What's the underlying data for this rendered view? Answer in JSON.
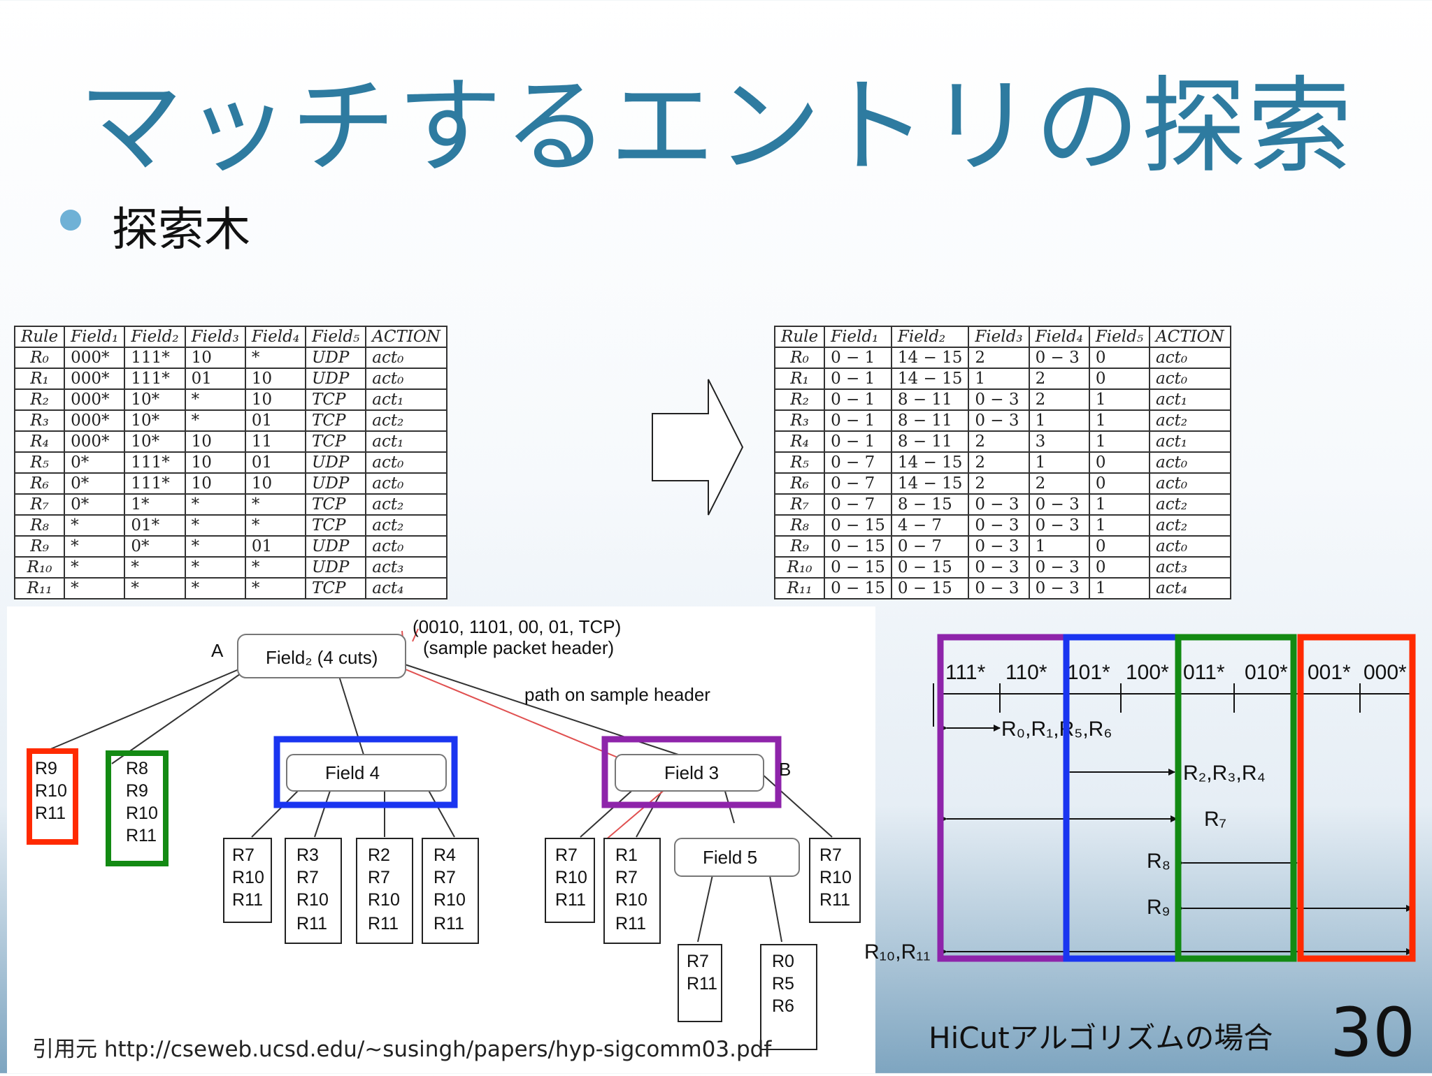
{
  "slide": {
    "title": "マッチするエントリの探索",
    "bullet": "探索木",
    "caption": "HiCutアルゴリズムの場合",
    "page_number": "30",
    "citation": "引用元 http://cseweb.ucsd.edu/~susingh/papers/hyp-sigcomm03.pdf"
  },
  "left_table": {
    "headers": [
      "Rule",
      "Field₁",
      "Field₂",
      "Field₃",
      "Field₄",
      "Field₅",
      "ACTION"
    ],
    "rows": [
      [
        "R₀",
        "000*",
        "111*",
        "10",
        "*",
        "UDP",
        "act₀"
      ],
      [
        "R₁",
        "000*",
        "111*",
        "01",
        "10",
        "UDP",
        "act₀"
      ],
      [
        "R₂",
        "000*",
        "10*",
        "*",
        "10",
        "TCP",
        "act₁"
      ],
      [
        "R₃",
        "000*",
        "10*",
        "*",
        "01",
        "TCP",
        "act₂"
      ],
      [
        "R₄",
        "000*",
        "10*",
        "10",
        "11",
        "TCP",
        "act₁"
      ],
      [
        "R₅",
        "0*",
        "111*",
        "10",
        "01",
        "UDP",
        "act₀"
      ],
      [
        "R₆",
        "0*",
        "111*",
        "10",
        "10",
        "UDP",
        "act₀"
      ],
      [
        "R₇",
        "0*",
        "1*",
        "*",
        "*",
        "TCP",
        "act₂"
      ],
      [
        "R₈",
        "*",
        "01*",
        "*",
        "*",
        "TCP",
        "act₂"
      ],
      [
        "R₉",
        "*",
        "0*",
        "*",
        "01",
        "UDP",
        "act₀"
      ],
      [
        "R₁₀",
        "*",
        "*",
        "*",
        "*",
        "UDP",
        "act₃"
      ],
      [
        "R₁₁",
        "*",
        "*",
        "*",
        "*",
        "TCP",
        "act₄"
      ]
    ]
  },
  "right_table": {
    "headers": [
      "Rule",
      "Field₁",
      "Field₂",
      "Field₃",
      "Field₄",
      "Field₅",
      "ACTION"
    ],
    "rows": [
      [
        "R₀",
        "0 − 1",
        "14 − 15",
        "2",
        "0 − 3",
        "0",
        "act₀"
      ],
      [
        "R₁",
        "0 − 1",
        "14 − 15",
        "1",
        "2",
        "0",
        "act₀"
      ],
      [
        "R₂",
        "0 − 1",
        "8 − 11",
        "0 − 3",
        "2",
        "1",
        "act₁"
      ],
      [
        "R₃",
        "0 − 1",
        "8 − 11",
        "0 − 3",
        "1",
        "1",
        "act₂"
      ],
      [
        "R₄",
        "0 − 1",
        "8 − 11",
        "2",
        "3",
        "1",
        "act₁"
      ],
      [
        "R₅",
        "0 − 7",
        "14 − 15",
        "2",
        "1",
        "0",
        "act₀"
      ],
      [
        "R₆",
        "0 − 7",
        "14 − 15",
        "2",
        "2",
        "0",
        "act₀"
      ],
      [
        "R₇",
        "0 − 7",
        "8 − 15",
        "0 − 3",
        "0 − 3",
        "1",
        "act₂"
      ],
      [
        "R₈",
        "0 − 15",
        "4 − 7",
        "0 − 3",
        "0 − 3",
        "1",
        "act₂"
      ],
      [
        "R₉",
        "0 − 15",
        "0 − 7",
        "0 − 3",
        "1",
        "0",
        "act₀"
      ],
      [
        "R₁₀",
        "0 − 15",
        "0 − 15",
        "0 − 3",
        "0 − 3",
        "0",
        "act₃"
      ],
      [
        "R₁₁",
        "0 − 15",
        "0 − 15",
        "0 − 3",
        "0 − 3",
        "1",
        "act₄"
      ]
    ]
  },
  "tree": {
    "node_a_label": "A",
    "node_b_label": "B",
    "root": "Field₂ (4 cuts)",
    "sample_header": "(0010, 1101, 00, 01, TCP)",
    "sample_header_note": "(sample packet header)",
    "path_note": "path on sample header",
    "field4": "Field 4",
    "field3": "Field 3",
    "field5": "Field 5",
    "leaf_red": [
      "R9",
      "R10",
      "R11"
    ],
    "leaf_green": [
      "R8",
      "R9",
      "R10",
      "R11"
    ],
    "f4_leaf1": [
      "R7",
      "R10",
      "R11"
    ],
    "f4_leaf2": [
      "R3",
      "R7",
      "R10",
      "R11"
    ],
    "f4_leaf3": [
      "R2",
      "R7",
      "R10",
      "R11"
    ],
    "f4_leaf4": [
      "R4",
      "R7",
      "R10",
      "R11"
    ],
    "f3_leaf1": [
      "R7",
      "R10",
      "R11"
    ],
    "f3_leaf2": [
      "R1",
      "R7",
      "R10",
      "R11"
    ],
    "f3_leaf4": [
      "R7",
      "R10",
      "R11"
    ],
    "f5_leaf1": [
      "R7",
      "R11"
    ],
    "f5_leaf2": [
      "R0",
      "R5",
      "R6"
    ]
  },
  "cuts": {
    "prefixes": [
      "111*",
      "110*",
      "101*",
      "100*",
      "011*",
      "010*",
      "001*",
      "000*"
    ],
    "labels": [
      "R₀,R₁,R₅,R₆",
      "R₂,R₃,R₄",
      "R₇",
      "R₈",
      "R₉",
      "R₁₀,R₁₁"
    ],
    "colors": {
      "purple": "#8e24aa",
      "blue": "#1a35f0",
      "green": "#138a13",
      "red": "#ff2a00"
    }
  }
}
